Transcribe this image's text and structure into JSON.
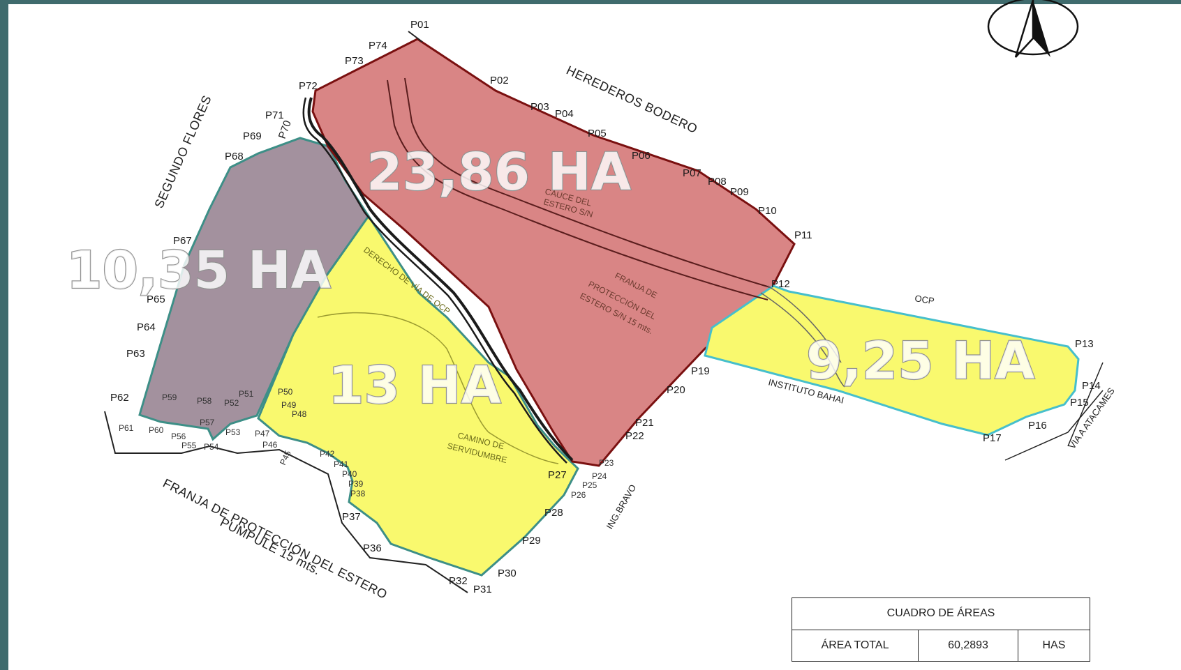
{
  "areas": {
    "red": "23,86 HA",
    "purple": "10,35 HA",
    "yellow_main": "13 HA",
    "yellow_east": "9,25 HA"
  },
  "roads": {
    "herederos": "HEREDEROS BODERO",
    "segundo": "SEGUNDO FLORES",
    "franja_line1": "FRANJA DE PROTECCIÓN DEL ESTERO",
    "franja_line2": "PUMPULE 15 mts.",
    "ocp": "OCP",
    "instituto": "INSTITUTO BAHAI",
    "via": "VIA A ATACAMES",
    "ing": "ING.BRAVO"
  },
  "notes": {
    "cauce1": "CAUCE DEL",
    "cauce2": "ESTERO S/N",
    "franja1": "FRANJA DE",
    "franja2": "PROTECCIÓN DEL",
    "franja3": "ESTERO S/N 15 mts.",
    "derecho": "DERECHO DE VÍA DE OCP",
    "camino1": "CAMINO DE",
    "camino2": "SERVIDUMBRE"
  },
  "points": {
    "P01": "P01",
    "P02": "P02",
    "P03": "P03",
    "P04": "P04",
    "P05": "P05",
    "P06": "P06",
    "P07": "P07",
    "P08": "P08",
    "P09": "P09",
    "P10": "P10",
    "P11": "P11",
    "P12": "P12",
    "P13": "P13",
    "P14": "P14",
    "P15": "P15",
    "P16": "P16",
    "P17": "P17",
    "P19": "P19",
    "P20": "P20",
    "P21": "P21",
    "P22": "P22",
    "P23": "P23",
    "P24": "P24",
    "P25": "P25",
    "P26": "P26",
    "P27": "P27",
    "P28": "P28",
    "P29": "P29",
    "P30": "P30",
    "P31": "P31",
    "P32": "P32",
    "P36": "P36",
    "P37": "P37",
    "P38": "P38",
    "P39": "P39",
    "P40": "P40",
    "P41": "P41",
    "P42": "P42",
    "P45": "P45",
    "P46": "P46",
    "P47": "P47",
    "P48": "P48",
    "P49": "P49",
    "P50": "P50",
    "P51": "P51",
    "P52": "P52",
    "P53": "P53",
    "P54": "P54",
    "P55": "P55",
    "P56": "P56",
    "P57": "P57",
    "P58": "P58",
    "P59": "P59",
    "P60": "P60",
    "P61": "P61",
    "P62": "P62",
    "P63": "P63",
    "P64": "P64",
    "P65": "P65",
    "P67": "P67",
    "P68": "P68",
    "P69": "P69",
    "P70": "P70",
    "P71": "P71",
    "P72": "P72",
    "P73": "P73",
    "P74": "P74"
  },
  "legend": {
    "title": "CUADRO DE ÁREAS",
    "label": "ÁREA TOTAL",
    "value": "60,2893",
    "unit": "HAS"
  },
  "colors": {
    "red_fill": "#d98585",
    "purple_fill": "#a3919e",
    "yellow_fill": "#f9f96e",
    "red_edge": "#7a1010",
    "teal_edge": "#3d8f87",
    "cyan_edge": "#46bfcc",
    "frame": "#3f6b6d"
  }
}
